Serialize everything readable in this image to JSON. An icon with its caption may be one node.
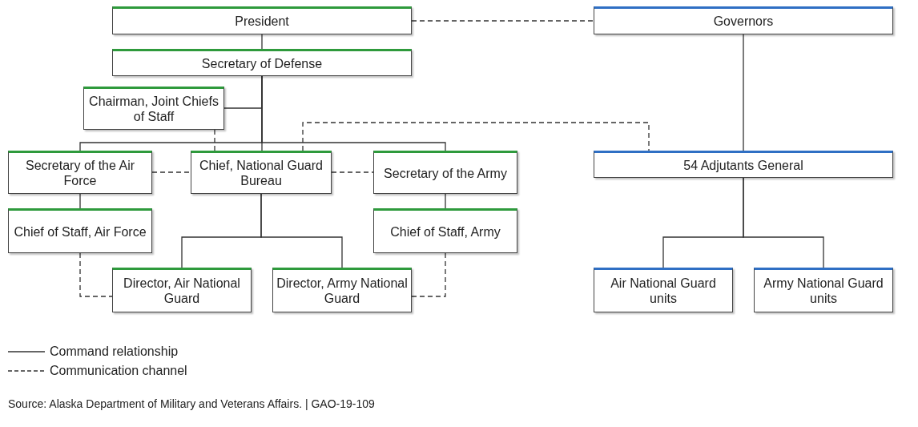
{
  "diagram": {
    "caption": "Source: Alaska Department of Military and Veterans Affairs.  |  GAO-19-109",
    "nodes": [
      {
        "text": [
          "President"
        ]
      },
      {
        "text": [
          "Secretary of Defense"
        ]
      },
      {
        "text": [
          "Chairman, Joint Chiefs of Staff"
        ]
      },
      {
        "text": [
          "Secretary of the Air Force"
        ]
      },
      {
        "text": [
          "Chief, National Guard Bureau"
        ]
      },
      {
        "text": [
          "Secretary of the Army"
        ]
      },
      {
        "text": [
          "Chief of Staff, Air Force"
        ]
      },
      {
        "text": [
          "Chief of Staff, Army"
        ]
      },
      {
        "text": [
          "Director, Air National Guard"
        ]
      },
      {
        "text": [
          "Director, Army National Guard"
        ]
      },
      {
        "text": [
          "Governors"
        ]
      },
      {
        "text": [
          "54 Adjutants General"
        ]
      },
      {
        "text": [
          "Air National Guard units"
        ]
      },
      {
        "text": [
          "Army National Guard units"
        ]
      }
    ],
    "edges": [
      {
        "from": 0,
        "to": 1,
        "arrow": "none"
      },
      {
        "from": 0,
        "to": 10,
        "arrow": "none",
        "style": "dashed"
      },
      {
        "from": 1,
        "to": 2,
        "arrow": "none"
      },
      {
        "from": 1,
        "to": 3,
        "arrow": "none"
      },
      {
        "from": 1,
        "to": 4,
        "arrow": "none"
      },
      {
        "from": 1,
        "to": 5,
        "arrow": "none"
      },
      {
        "from": 2,
        "to": 4,
        "arrow": "none",
        "style": "dashed"
      },
      {
        "from": 3,
        "to": 4,
        "arrow": "none",
        "style": "dashed"
      },
      {
        "from": 4,
        "to": 5,
        "arrow": "none",
        "style": "dashed"
      },
      {
        "from": 4,
        "to": 11,
        "arrow": "none",
        "style": "dashed"
      },
      {
        "from": 3,
        "to": 6,
        "arrow": "none"
      },
      {
        "from": 5,
        "to": 7,
        "arrow": "none"
      },
      {
        "from": 4,
        "to": 8,
        "arrow": "none"
      },
      {
        "from": 4,
        "to": 9,
        "arrow": "none"
      },
      {
        "from": 6,
        "to": 8,
        "arrow": "none",
        "style": "dashed"
      },
      {
        "from": 7,
        "to": 9,
        "arrow": "none",
        "style": "dashed"
      },
      {
        "from": 10,
        "to": 11,
        "arrow": "none"
      },
      {
        "from": 11,
        "to": 12,
        "arrow": "none"
      },
      {
        "from": 11,
        "to": 13,
        "arrow": "none"
      }
    ],
    "legend": [
      {
        "text": "Command relationship"
      },
      {
        "text": "Communication channel"
      }
    ]
  }
}
